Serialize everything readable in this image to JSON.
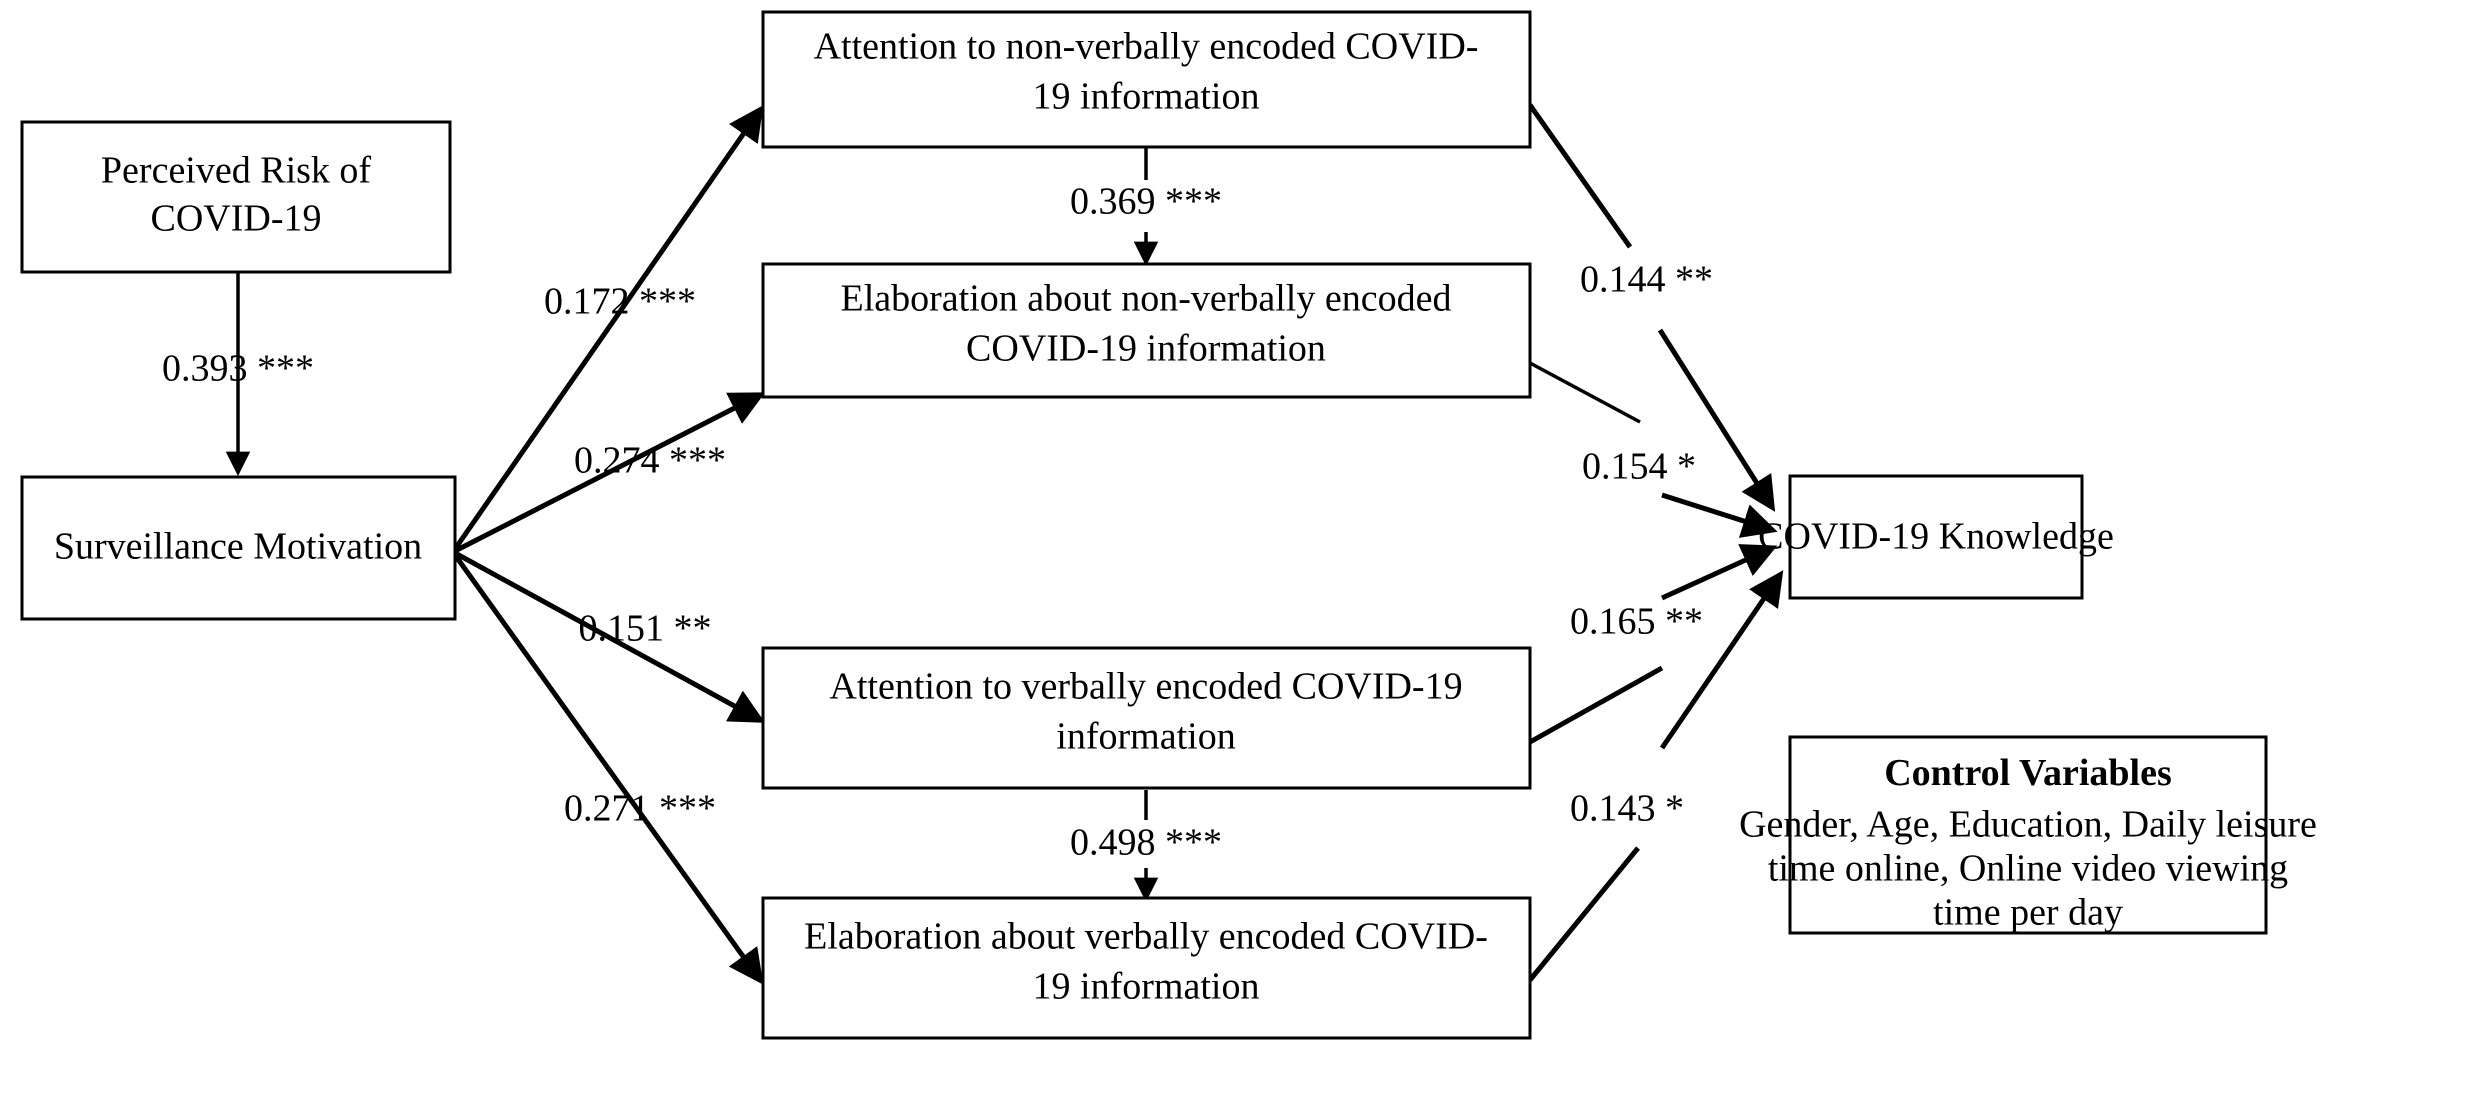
{
  "diagram": {
    "title": "Structural equation model of COVID-19 information processing",
    "stroke_color": "#000000",
    "background_color": "#ffffff"
  },
  "nodes": {
    "perceived_risk": {
      "line1": "Perceived Risk of",
      "line2": "COVID-19"
    },
    "surveillance_motivation": {
      "line1": "Surveillance Motivation"
    },
    "attention_nonverbal": {
      "line1": "Attention to non-verbally encoded COVID-",
      "line2": "19 information"
    },
    "elaboration_nonverbal": {
      "line1": "Elaboration about non-verbally encoded",
      "line2": "COVID-19 information"
    },
    "attention_verbal": {
      "line1": "Attention to verbally encoded COVID-19",
      "line2": "information"
    },
    "elaboration_verbal": {
      "line1": "Elaboration about verbally encoded COVID-",
      "line2": "19 information"
    },
    "covid_knowledge": {
      "line1": "COVID-19 Knowledge"
    },
    "control_variables": {
      "heading": "Control Variables",
      "line1": "Gender, Age, Education, Daily leisure",
      "line2": "time online, Online video viewing",
      "line3": "time per day"
    }
  },
  "paths": [
    {
      "id": "risk-to-motivation",
      "label": "0.393 ***",
      "coefficient": 0.393,
      "significance": "***",
      "from": "perceived_risk",
      "to": "surveillance_motivation"
    },
    {
      "id": "motivation-to-attention-nonverbal",
      "label": "0.172 ***",
      "coefficient": 0.172,
      "significance": "***",
      "from": "surveillance_motivation",
      "to": "attention_nonverbal"
    },
    {
      "id": "motivation-to-elaboration-nonverbal",
      "label": "0.274 ***",
      "coefficient": 0.274,
      "significance": "***",
      "from": "surveillance_motivation",
      "to": "elaboration_nonverbal"
    },
    {
      "id": "motivation-to-attention-verbal",
      "label": "0.151 **",
      "coefficient": 0.151,
      "significance": "**",
      "from": "surveillance_motivation",
      "to": "attention_verbal"
    },
    {
      "id": "motivation-to-elaboration-verbal",
      "label": "0.271 ***",
      "coefficient": 0.271,
      "significance": "***",
      "from": "surveillance_motivation",
      "to": "elaboration_verbal"
    },
    {
      "id": "attention-to-elaboration-nonverbal",
      "label": "0.369 ***",
      "coefficient": 0.369,
      "significance": "***",
      "from": "attention_nonverbal",
      "to": "elaboration_nonverbal"
    },
    {
      "id": "attention-to-elaboration-verbal",
      "label": "0.498 ***",
      "coefficient": 0.498,
      "significance": "***",
      "from": "attention_verbal",
      "to": "elaboration_verbal"
    },
    {
      "id": "attention-nonverbal-to-knowledge",
      "label": "0.144 **",
      "coefficient": 0.144,
      "significance": "**",
      "from": "attention_nonverbal",
      "to": "covid_knowledge"
    },
    {
      "id": "elaboration-nonverbal-to-knowledge",
      "label": "0.154 *",
      "coefficient": 0.154,
      "significance": "*",
      "from": "elaboration_nonverbal",
      "to": "covid_knowledge"
    },
    {
      "id": "attention-verbal-to-knowledge",
      "label": "0.165 **",
      "coefficient": 0.165,
      "significance": "**",
      "from": "attention_verbal",
      "to": "covid_knowledge"
    },
    {
      "id": "elaboration-verbal-to-knowledge",
      "label": "0.143 *",
      "coefficient": 0.143,
      "significance": "*",
      "from": "elaboration_verbal",
      "to": "covid_knowledge"
    }
  ]
}
